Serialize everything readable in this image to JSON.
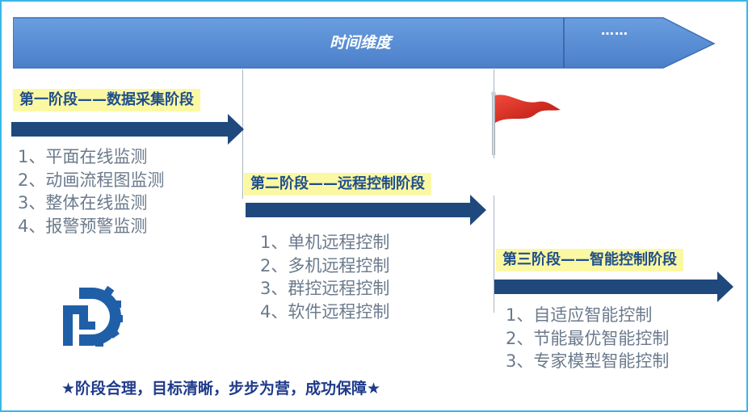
{
  "timeline": {
    "title": "时间维度",
    "more": "……"
  },
  "stages": [
    {
      "title": "第一阶段——数据采集阶段",
      "items": [
        "1、平面在线监测",
        "2、动画流程图监测",
        "3、整体在线监测",
        "4、报警预警监测"
      ]
    },
    {
      "title": "第二阶段——远程控制阶段",
      "items": [
        "1、单机远程控制",
        "2、多机远程控制",
        "3、群控远程控制",
        "4、软件远程控制"
      ]
    },
    {
      "title": "第三阶段——智能控制阶段",
      "items": [
        "1、自适应智能控制",
        "2、节能最优智能控制",
        "3、专家模型智能控制"
      ]
    }
  ],
  "slogan": "★阶段合理，目标清晰，步步为营，成功保障★",
  "colors": {
    "timeline_fill": "#5b8fd6",
    "arrow": "#1f497d",
    "stage_title_bg": "#fbf8a4",
    "stage_title_text": "#1f4e8c",
    "item_text": "#6b7a8c",
    "flag": "#d9261c",
    "logo": "#1f5fa8",
    "border": "#3bb8e6"
  }
}
